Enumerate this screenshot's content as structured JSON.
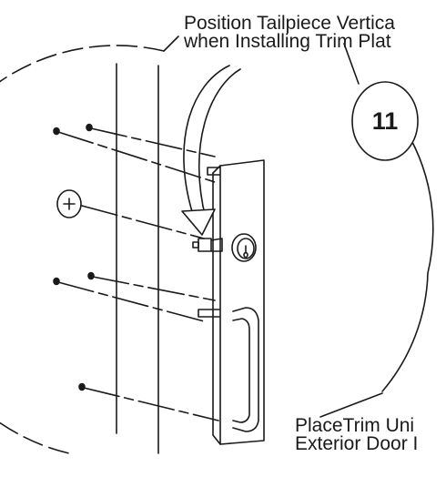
{
  "callout_top": {
    "line1": "Position Tailpiece Vertica",
    "line2": "when Installing Trim Plat"
  },
  "callout_bottom": {
    "line1": "PlaceTrim Uni",
    "line2": "Exterior Door I"
  },
  "step": {
    "number": "11"
  },
  "colors": {
    "ink": "#1a1a1a",
    "background": "#ffffff"
  }
}
